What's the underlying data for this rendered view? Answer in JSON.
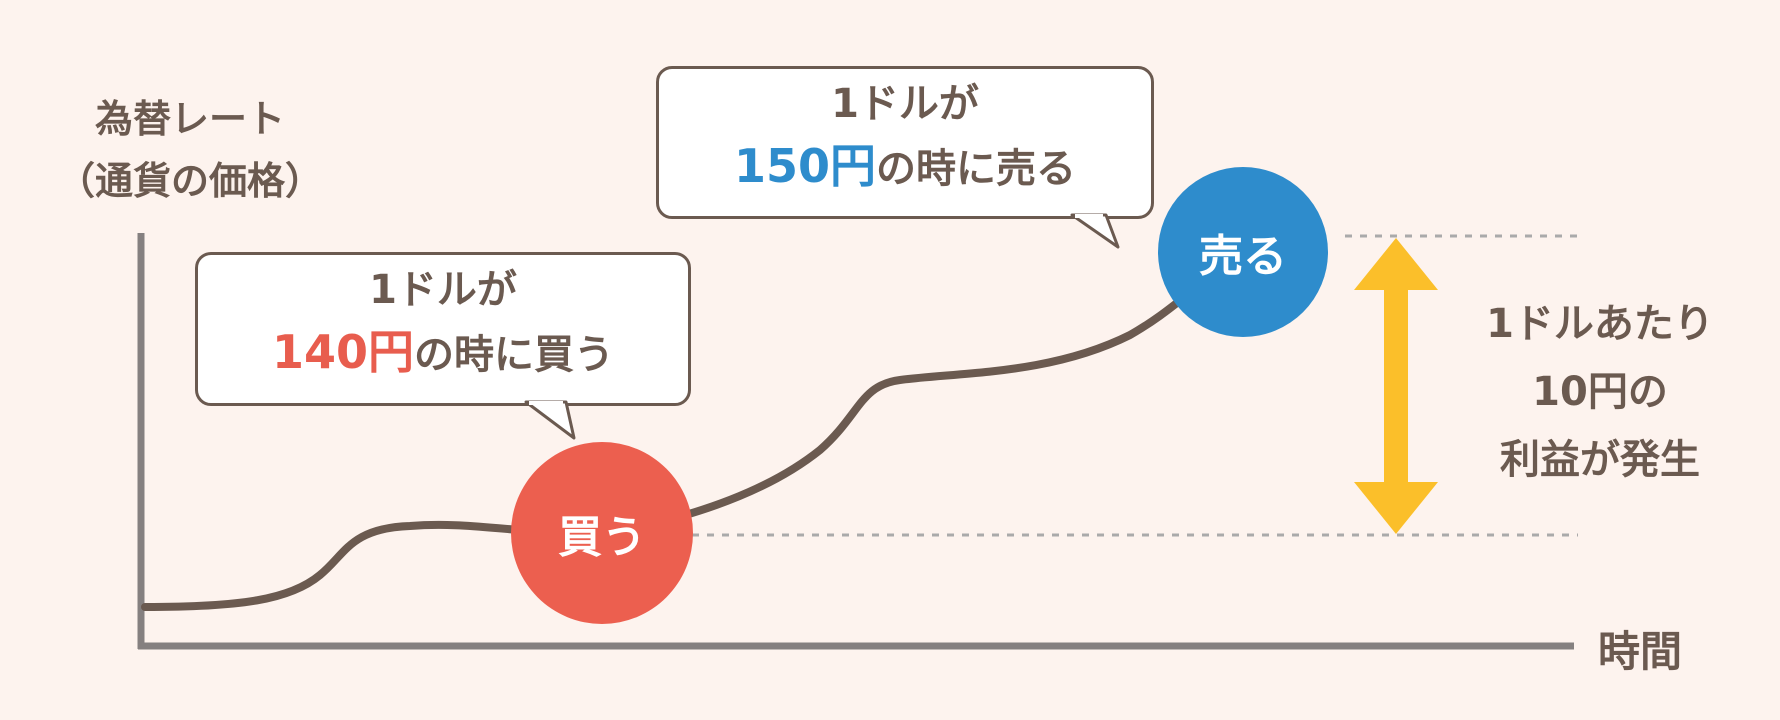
{
  "axes": {
    "y_label_line1": "為替レート",
    "y_label_line2": "（通貨の価格）",
    "x_label": "時間"
  },
  "buy_bubble": {
    "line1": "1ドルが",
    "price": "140円",
    "suffix": "の時に買う"
  },
  "sell_bubble": {
    "line1": "1ドルが",
    "price": "150円",
    "suffix": "の時に売る"
  },
  "buy_marker": "買う",
  "sell_marker": "売る",
  "profit": {
    "line1": "1ドルあたり",
    "line2": "10円の",
    "line3": "利益が発生"
  },
  "colors": {
    "buy": "#ec5f4f",
    "sell": "#2e8ccc",
    "arrow": "#fbbf2a",
    "line": "#6b5a50",
    "axis": "#858080",
    "background": "#fdf3ee"
  }
}
